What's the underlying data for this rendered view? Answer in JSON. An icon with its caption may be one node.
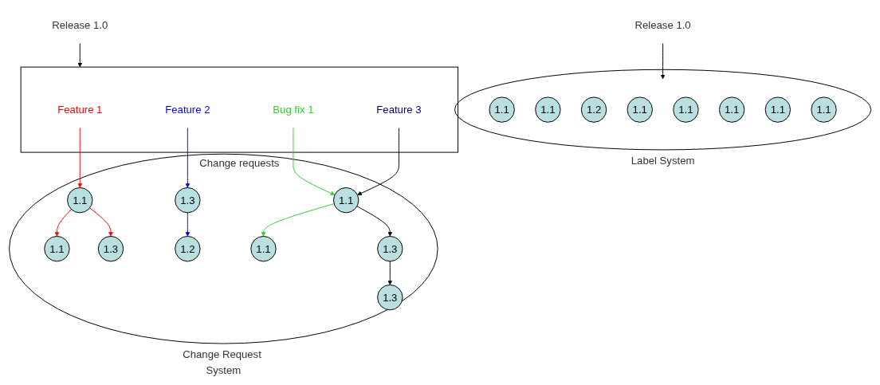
{
  "diagram": {
    "nodes": [
      {
        "text": [
          "Release 1.0"
        ]
      },
      {
        "text": [],
        "shape": "circle",
        "beside": [
          "Label System"
        ]
      },
      {
        "text": [
          "1.1"
        ],
        "in": 1
      },
      {
        "text": [
          "1.1"
        ],
        "in": 1
      },
      {
        "text": [
          "1.2"
        ],
        "in": 1
      },
      {
        "text": [
          "1.1"
        ],
        "in": 1
      },
      {
        "text": [
          "1.1"
        ],
        "in": 1
      },
      {
        "text": [
          "1.1"
        ],
        "in": 1
      },
      {
        "text": [
          "1.1"
        ],
        "in": 1
      },
      {
        "text": [
          "1.1"
        ],
        "in": 1
      },
      {
        "text": [
          "Release 1.0"
        ]
      },
      {
        "text": [],
        "shape": "circle",
        "beside": [
          "Change Request System"
        ]
      },
      {
        "text": [
          "1.1"
        ],
        "in": 11
      },
      {
        "text": [
          "1.1"
        ],
        "in": 11
      },
      {
        "text": [
          "1.3"
        ],
        "in": 11
      },
      {
        "text": [
          "1.3"
        ],
        "in": 11
      },
      {
        "text": [
          "1.3"
        ],
        "in": 11
      },
      {
        "text": [
          "1.2"
        ],
        "in": 11
      },
      {
        "text": [
          "1.1"
        ],
        "in": 11
      },
      {
        "text": [
          "1.1"
        ],
        "in": 11
      },
      {
        "text": [
          "1.3"
        ],
        "in": 11
      },
      {
        "text": [],
        "shape": "box",
        "beside": [
          "Change requests"
        ]
      },
      {
        "text": [
          "Feature 1"
        ],
        "in": 21
      },
      {
        "text": [
          "Feature 2"
        ],
        "in": 21
      },
      {
        "text": [
          "Bug fix 1"
        ],
        "in": 21
      },
      {
        "text": [
          "Feature 3"
        ],
        "in": 21
      }
    ],
    "edges": [
      {
        "from": 0,
        "to": 1,
        "arrow": "to"
      },
      {
        "from": 10,
        "to": 21,
        "arrow": "to"
      },
      {
        "from": 22,
        "to": 13,
        "arrow": "to",
        "color": "#ff0000"
      },
      {
        "from": 13,
        "to": 12,
        "arrow": "to",
        "color": "#ff0000"
      },
      {
        "from": 13,
        "to": 15,
        "arrow": "to",
        "color": "#ff0000"
      },
      {
        "from": 23,
        "to": 16,
        "arrow": "to",
        "color": "#0000ff"
      },
      {
        "from": 16,
        "to": 17,
        "arrow": "to",
        "color": "#0000ff"
      },
      {
        "from": 24,
        "to": 19,
        "arrow": "to",
        "color": "#33cc33"
      },
      {
        "from": 19,
        "to": 18,
        "arrow": "to",
        "color": "#33cc33"
      },
      {
        "from": 25,
        "to": 19,
        "arrow": "to"
      },
      {
        "from": 19,
        "to": 20,
        "arrow": "to"
      },
      {
        "from": 20,
        "to": 14,
        "arrow": "to"
      }
    ]
  }
}
